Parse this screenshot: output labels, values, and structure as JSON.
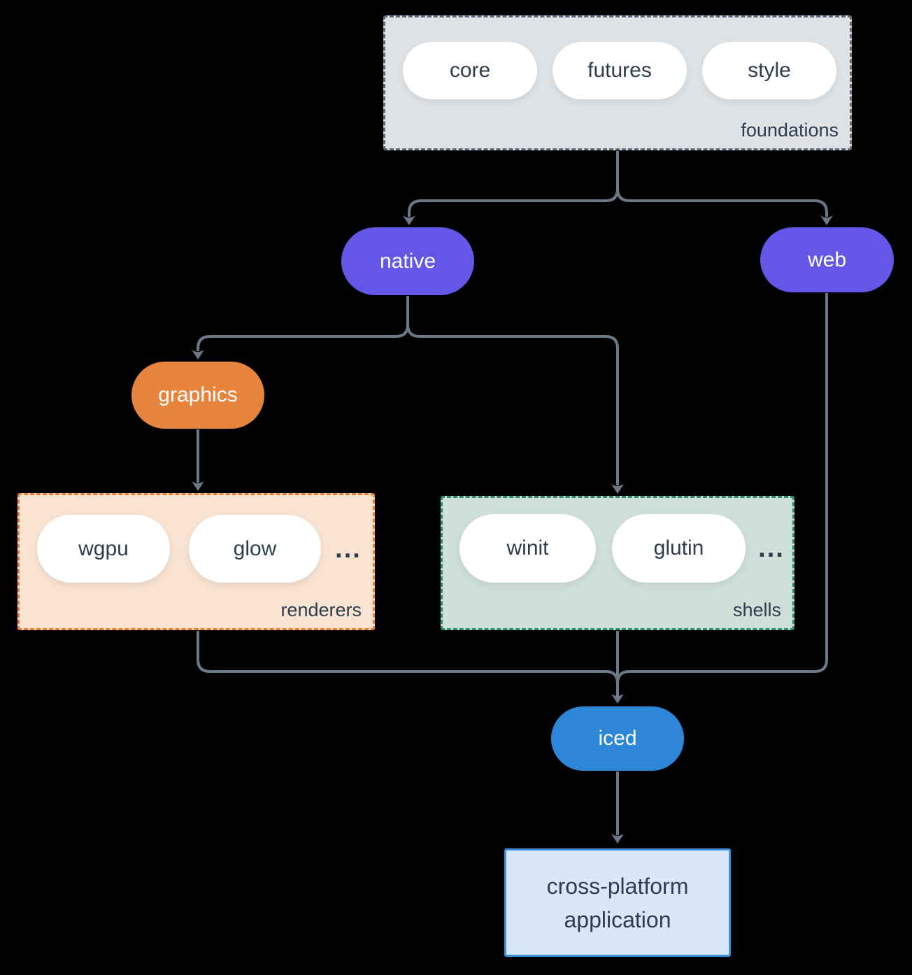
{
  "colors": {
    "background": "#000000",
    "connector": "#6b7887",
    "text_dark": "#2e3d4d",
    "white_pill": "#ffffff",
    "purple_node": "#6457e8",
    "orange_node": "#e6833c",
    "blue_node": "#2e86d8",
    "foundations_bg": "#dfe3e6",
    "foundations_border": "#5d6c7c",
    "renderers_bg": "#f9e3d2",
    "renderers_border": "#ea7d2e",
    "shells_bg": "#cfe0d9",
    "shells_border": "#2f8a72",
    "application_bg": "#d9e8f8",
    "application_border": "#3b8edb"
  },
  "groups": {
    "foundations": {
      "label": "foundations",
      "pills": [
        "core",
        "futures",
        "style"
      ]
    },
    "renderers": {
      "label": "renderers",
      "pills": [
        "wgpu",
        "glow"
      ],
      "more": "..."
    },
    "shells": {
      "label": "shells",
      "pills": [
        "winit",
        "glutin"
      ],
      "more": "..."
    }
  },
  "nodes": {
    "native": {
      "label": "native"
    },
    "web": {
      "label": "web"
    },
    "graphics": {
      "label": "graphics"
    },
    "iced": {
      "label": "iced"
    },
    "application": {
      "line1": "cross-platform",
      "line2": "application"
    }
  },
  "edges": [
    {
      "from": "foundations",
      "to": "native"
    },
    {
      "from": "foundations",
      "to": "web"
    },
    {
      "from": "native",
      "to": "graphics"
    },
    {
      "from": "native",
      "to": "shells"
    },
    {
      "from": "graphics",
      "to": "renderers"
    },
    {
      "from": "renderers",
      "to": "iced"
    },
    {
      "from": "shells",
      "to": "iced"
    },
    {
      "from": "web",
      "to": "iced"
    },
    {
      "from": "iced",
      "to": "application"
    }
  ]
}
